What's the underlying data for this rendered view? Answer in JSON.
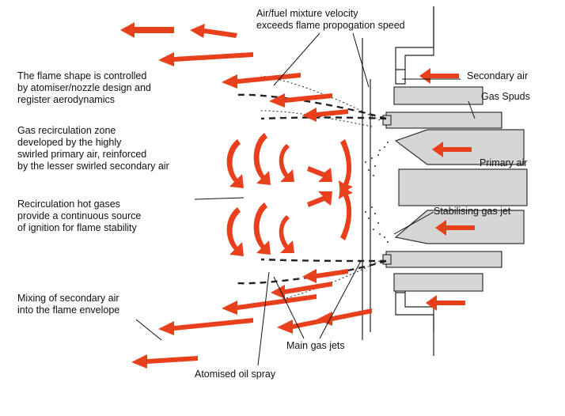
{
  "labels": {
    "velocity": "Air/fuel mixture velocity\nexceeds flame propogation speed",
    "flame_shape": "The flame shape is controlled\nby atomiser/nozzle design and\nregister aerodynamics",
    "recirc_zone": "Gas recirculation zone\ndeveloped by the highly\nswirled primary air, reinforced\nby the lesser swirled secondary air",
    "hot_gases": "Recirculation hot gases\nprovide a continuous source\nof ignition for flame stability",
    "mixing": "Mixing of secondary air\ninto the flame envelope",
    "secondary_air": "Secondary air",
    "gas_spuds": "Gas Spuds",
    "primary_air": "Primary air",
    "stabilising_jet": "Stabilising gas jet",
    "main_gas_jets": "Main gas jets",
    "oil_spray": "Atomised oil spray"
  },
  "colors": {
    "arrow": "#e8401c",
    "metal": "#d6d6d6",
    "line": "#222222"
  }
}
